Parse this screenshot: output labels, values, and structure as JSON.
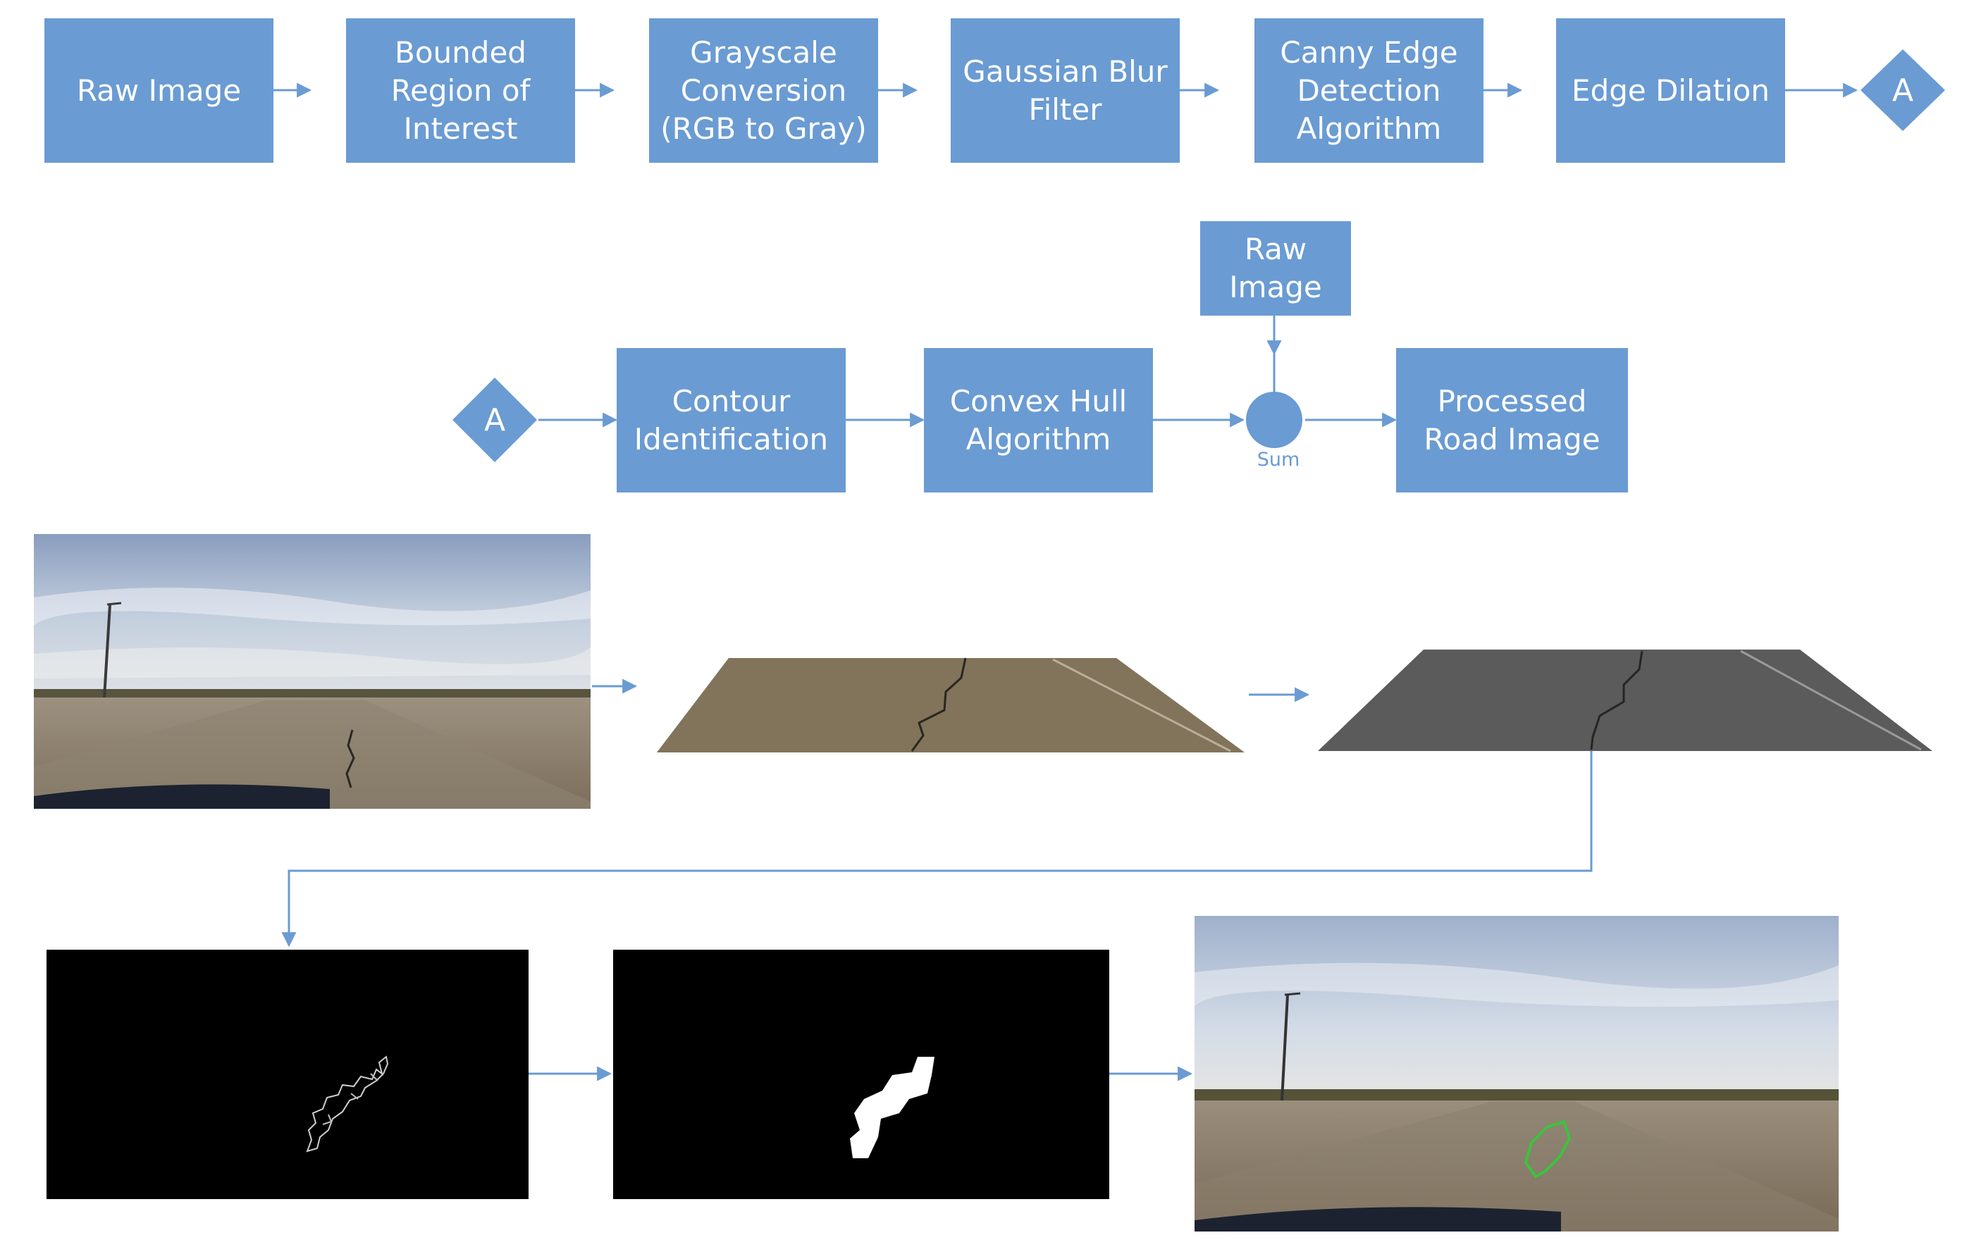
{
  "row1": {
    "steps": [
      "Raw Image",
      "Bounded\nRegion of\nInterest",
      "Grayscale\nConversion\n(RGB to Gray)",
      "Gaussian Blur\nFilter",
      "Canny Edge\nDetection\nAlgorithm",
      "Edge Dilation"
    ],
    "connector": "A"
  },
  "row2": {
    "connector": "A",
    "steps": [
      "Contour\nIdentification",
      "Convex Hull\nAlgorithm"
    ],
    "raw_input": "Raw\nImage",
    "sum_label": "Sum",
    "output": "Processed\nRoad Image"
  },
  "colors": {
    "box_fill": "#6a9bd3",
    "arrow": "#6a9bd3",
    "detection_outline": "#3cc33c"
  },
  "panels": {
    "row3": [
      "raw-road-photo",
      "bounded-roi-color",
      "grayscale-roi"
    ],
    "row4": [
      "edge-detection-result",
      "dilated-mask-result",
      "final-detected-crack-photo"
    ]
  }
}
